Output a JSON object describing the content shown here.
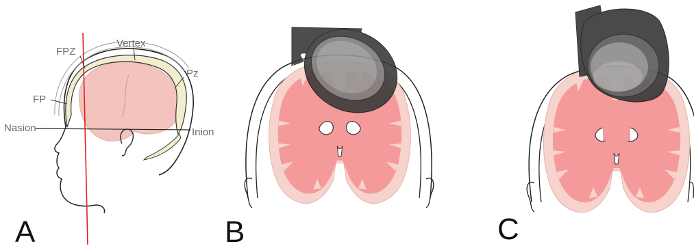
{
  "panels": [
    {
      "letter": "A"
    },
    {
      "letter": "B"
    },
    {
      "letter": "C"
    }
  ],
  "landmarks": {
    "vertex": "Vertex",
    "fpz": "FPZ",
    "pz": "Pz",
    "fp": "FP",
    "nasion": "Nasion",
    "inion": "Inion"
  },
  "colors": {
    "brain_pink": "#f2c4bd",
    "white_matter": "#f59a9a",
    "gray_matter": "#f6d4cd",
    "skull_fill": "#f3edcf",
    "coil_dark": "#3f3f3f",
    "coil_mid": "#7d7d7d",
    "coil_light": "#a2a2a2",
    "reference_line": "#e02020"
  }
}
